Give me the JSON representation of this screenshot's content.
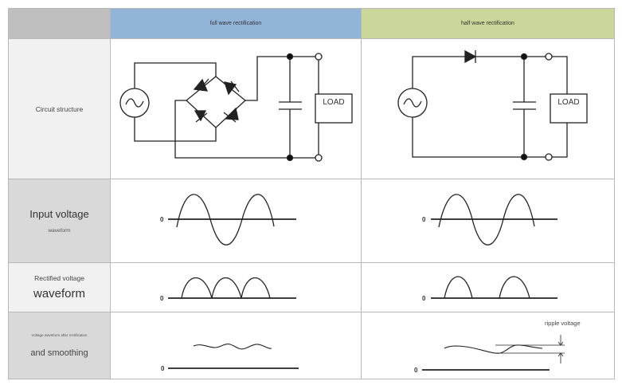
{
  "headers": {
    "full_wave": "full wave rectification",
    "half_wave": "half wave rectification"
  },
  "rows": {
    "circuit": {
      "label": "Circuit structure"
    },
    "input": {
      "label_main": "Input voltage",
      "label_sub": "waveform"
    },
    "rectified": {
      "label_sub": "Rectified voltage",
      "label_main": "waveform"
    },
    "smoothed": {
      "label_sub": "Voltage waveform after rectification",
      "label_main": "and smoothing"
    }
  },
  "circuit": {
    "load_label": "LOAD"
  },
  "waveform": {
    "zero_label": "0"
  },
  "annotation": {
    "ripple": "ripple voltage"
  },
  "colors": {
    "full_wave_header": "#93b4d9",
    "half_wave_header": "#c9d79a",
    "label_bg_light": "#f1f1f1",
    "label_bg_dark": "#d9d9d9",
    "corner": "#bfbfbf"
  }
}
